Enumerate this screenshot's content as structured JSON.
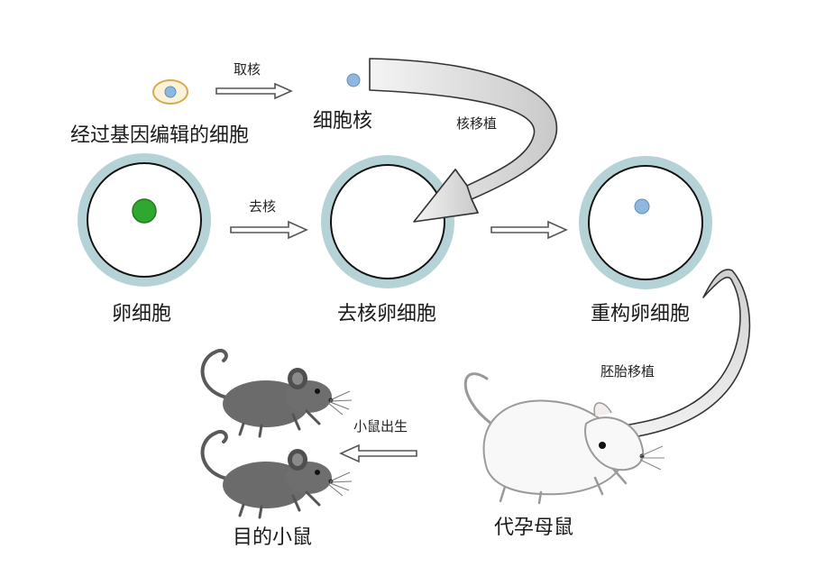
{
  "labels": {
    "edited_cell": "经过基因编辑的细胞",
    "extract_nucleus": "取核",
    "nucleus": "细胞核",
    "nuclear_transfer": "核移植",
    "egg_cell": "卵细胞",
    "enucleate": "去核",
    "enucleated_egg": "去核卵细胞",
    "reconstructed_egg": "重构卵细胞",
    "embryo_transfer": "胚胎移植",
    "surrogate_mother": "代孕母鼠",
    "pups_born": "小鼠出生",
    "target_mouse": "目的小鼠"
  },
  "colors": {
    "zona_ring": "#b5d3d6",
    "cell_outline": "#111111",
    "donor_nucleus": "#8fb8de",
    "egg_nucleus": "#2ea82e",
    "donor_cell_fill": "#fbf3d9",
    "donor_cell_outline": "#d9a94e",
    "arrow_fill": "#ffffff",
    "arrow_stroke": "#555555",
    "curved_arrow_shade": "#d3d3d3",
    "grey_mouse": "#6b6b6b",
    "white_mouse_outline": "#9a9a9a"
  },
  "icons": {
    "donor_cell": "cell-icon",
    "mouse_target": "mouse-icon",
    "mouse_surrogate": "mouse-icon"
  }
}
